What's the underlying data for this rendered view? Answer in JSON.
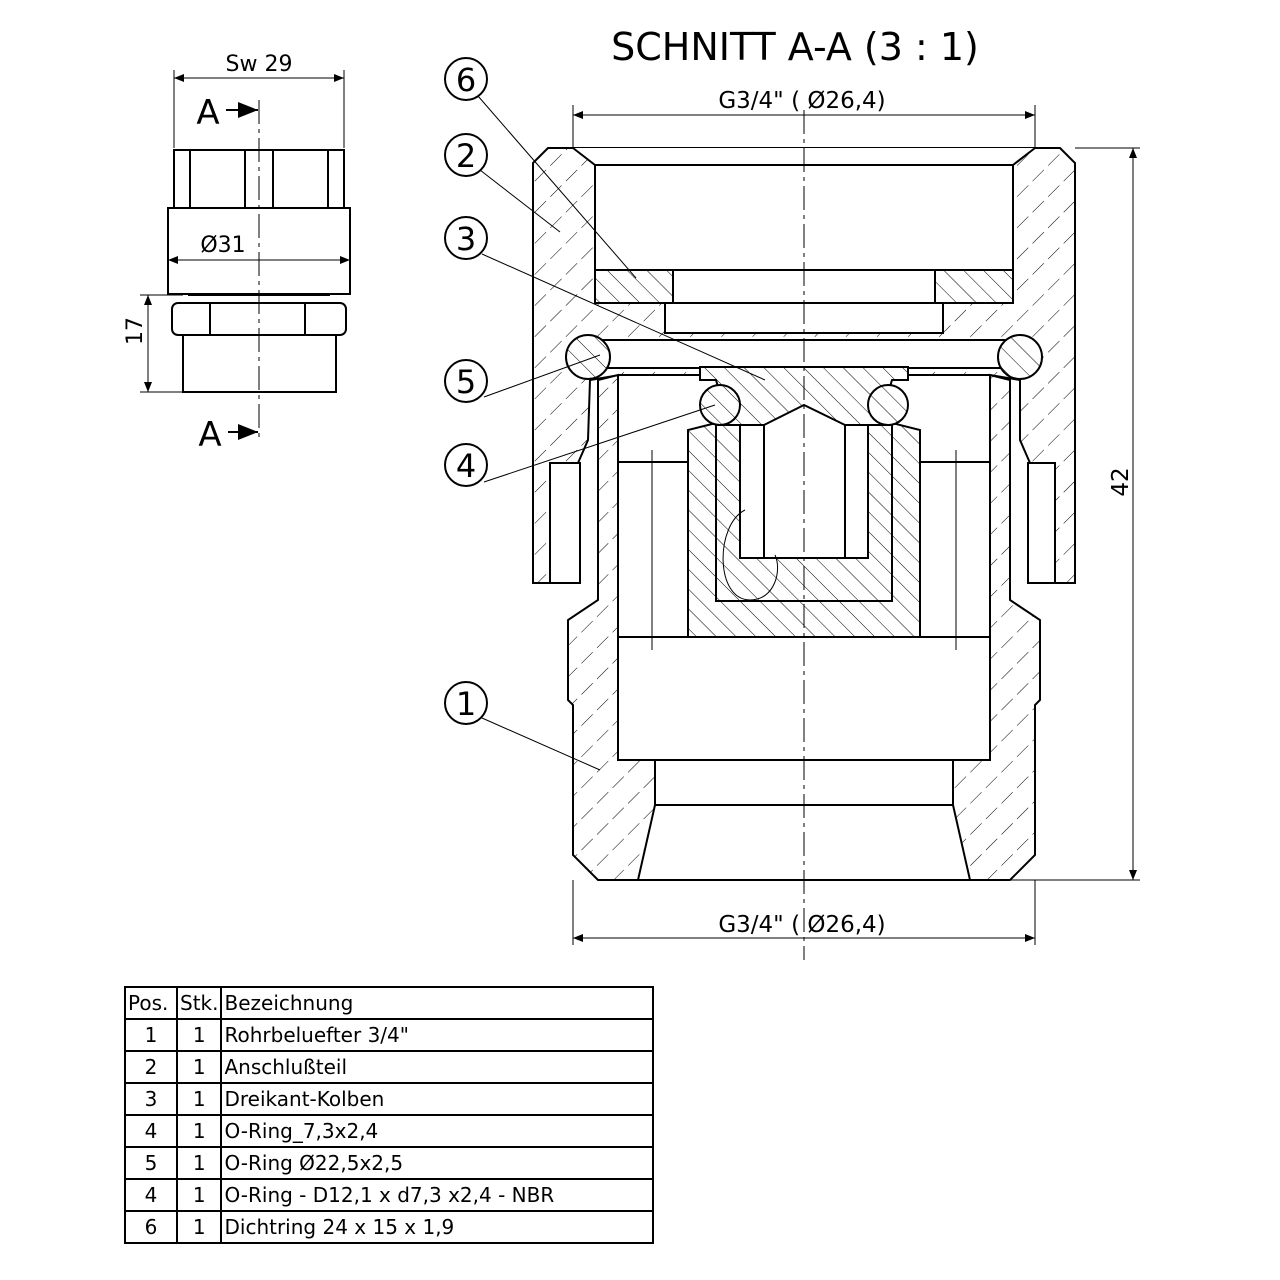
{
  "title": "SCHNITT A-A  (3 : 1)",
  "side_view": {
    "width_label": "Sw 29",
    "diameter_label": "Ø31",
    "height_label": "17",
    "section_mark_top": "A",
    "section_mark_bottom": "A"
  },
  "section_view": {
    "top_thread_label": "G3/4\" ( Ø26,4)",
    "bottom_thread_label": "G3/4\" ( Ø26,4)",
    "height_label": "42",
    "balloons": [
      "6",
      "2",
      "3",
      "5",
      "4",
      "1"
    ]
  },
  "bom": {
    "headers": [
      "Pos.",
      "Stk.",
      "Bezeichnung"
    ],
    "rows": [
      [
        "1",
        "1",
        "Rohrbeluefter 3/4\""
      ],
      [
        "2",
        "1",
        "Anschlußteil"
      ],
      [
        "3",
        "1",
        "Dreikant-Kolben"
      ],
      [
        "4",
        "1",
        "O-Ring_7,3x2,4"
      ],
      [
        "5",
        "1",
        "O-Ring Ø22,5x2,5"
      ],
      [
        "4",
        "1",
        "O-Ring  - D12,1 x d7,3 x2,4 - NBR"
      ],
      [
        "6",
        "1",
        "Dichtring 24 x 15 x 1,9"
      ]
    ]
  }
}
